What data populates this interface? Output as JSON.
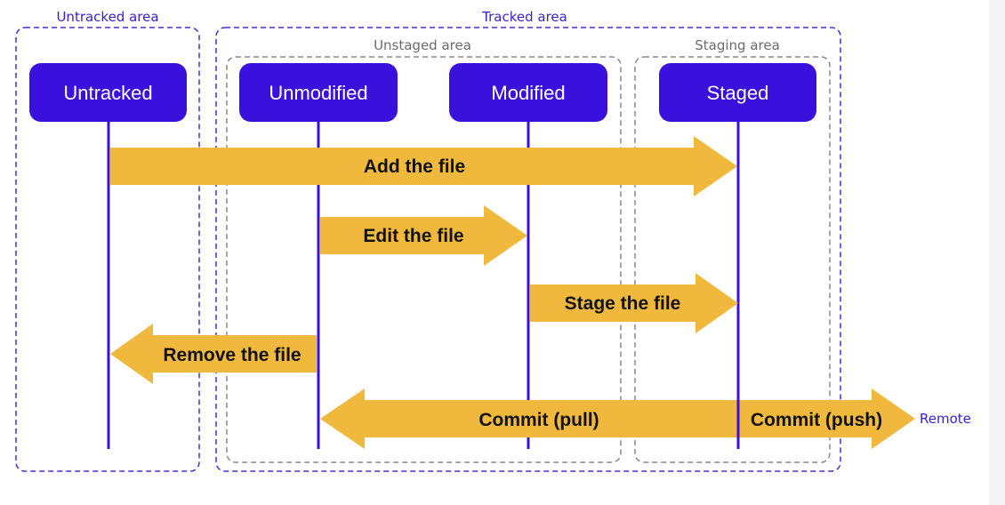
{
  "areas": {
    "untracked": "Untracked area",
    "tracked": "Tracked area",
    "unstaged": "Unstaged area",
    "staging": "Staging area"
  },
  "states": {
    "untracked": "Untracked",
    "unmodified": "Unmodified",
    "modified": "Modified",
    "staged": "Staged"
  },
  "actions": {
    "add": "Add the file",
    "edit": "Edit the file",
    "stage": "Stage the file",
    "remove": "Remove the file",
    "commit_pull": "Commit (pull)",
    "commit_push": "Commit (push)"
  },
  "remote_label": "Remote",
  "colors": {
    "state_box": "#3a10dc",
    "lifeline": "#3a10dc",
    "arrow": "#f0b83c",
    "purple_border": "#4b2bd6",
    "grey_border": "#8a8a8a"
  }
}
